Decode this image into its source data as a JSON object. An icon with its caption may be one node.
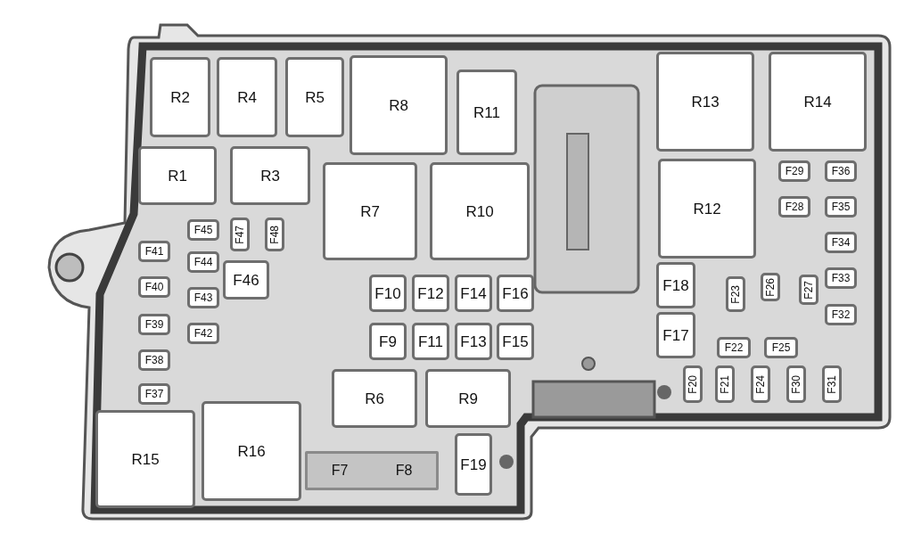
{
  "diagram": {
    "nodes": [
      {
        "text": [
          "R2"
        ]
      },
      {
        "text": [
          "R4"
        ]
      },
      {
        "text": [
          "R5"
        ]
      },
      {
        "text": [
          "R8"
        ]
      },
      {
        "text": [
          "R11"
        ]
      },
      {
        "text": [
          "R13"
        ]
      },
      {
        "text": [
          "R14"
        ]
      },
      {
        "text": [
          "R1"
        ]
      },
      {
        "text": [
          "R3"
        ]
      },
      {
        "text": [
          "R7"
        ]
      },
      {
        "text": [
          "R10"
        ]
      },
      {
        "text": [
          "R12"
        ]
      },
      {
        "text": [
          "F29"
        ]
      },
      {
        "text": [
          "F36"
        ]
      },
      {
        "text": [
          "F28"
        ]
      },
      {
        "text": [
          "F35"
        ]
      },
      {
        "text": [
          "F45"
        ]
      },
      {
        "text": [
          "F47"
        ]
      },
      {
        "text": [
          "F48"
        ]
      },
      {
        "text": [
          "F41"
        ]
      },
      {
        "text": [
          "F34"
        ]
      },
      {
        "text": [
          "F44"
        ]
      },
      {
        "text": [
          "F46"
        ]
      },
      {
        "text": [
          "F18"
        ]
      },
      {
        "text": [
          "F40"
        ]
      },
      {
        "text": [
          "F43"
        ]
      },
      {
        "text": [
          "F10"
        ]
      },
      {
        "text": [
          "F12"
        ]
      },
      {
        "text": [
          "F14"
        ]
      },
      {
        "text": [
          "F16"
        ]
      },
      {
        "text": [
          "F23"
        ]
      },
      {
        "text": [
          "F26"
        ]
      },
      {
        "text": [
          "F27"
        ]
      },
      {
        "text": [
          "F33"
        ]
      },
      {
        "text": [
          "F39"
        ]
      },
      {
        "text": [
          "F42"
        ]
      },
      {
        "text": [
          "F9"
        ]
      },
      {
        "text": [
          "F11"
        ]
      },
      {
        "text": [
          "F13"
        ]
      },
      {
        "text": [
          "F15"
        ]
      },
      {
        "text": [
          "F17"
        ]
      },
      {
        "text": [
          "F32"
        ]
      },
      {
        "text": [
          "F22"
        ]
      },
      {
        "text": [
          "F25"
        ]
      },
      {
        "text": [
          "F38"
        ]
      },
      {
        "text": [
          "F20"
        ]
      },
      {
        "text": [
          "F21"
        ]
      },
      {
        "text": [
          "F24"
        ]
      },
      {
        "text": [
          "F30"
        ]
      },
      {
        "text": [
          "F31"
        ]
      },
      {
        "text": [
          "R6"
        ]
      },
      {
        "text": [
          "R9"
        ]
      },
      {
        "text": [
          "F37"
        ]
      },
      {
        "text": [
          "R16"
        ]
      },
      {
        "text": [
          "R15"
        ]
      },
      {
        "text": [
          "F7",
          "F8"
        ]
      },
      {
        "text": [
          "F19"
        ]
      }
    ]
  }
}
